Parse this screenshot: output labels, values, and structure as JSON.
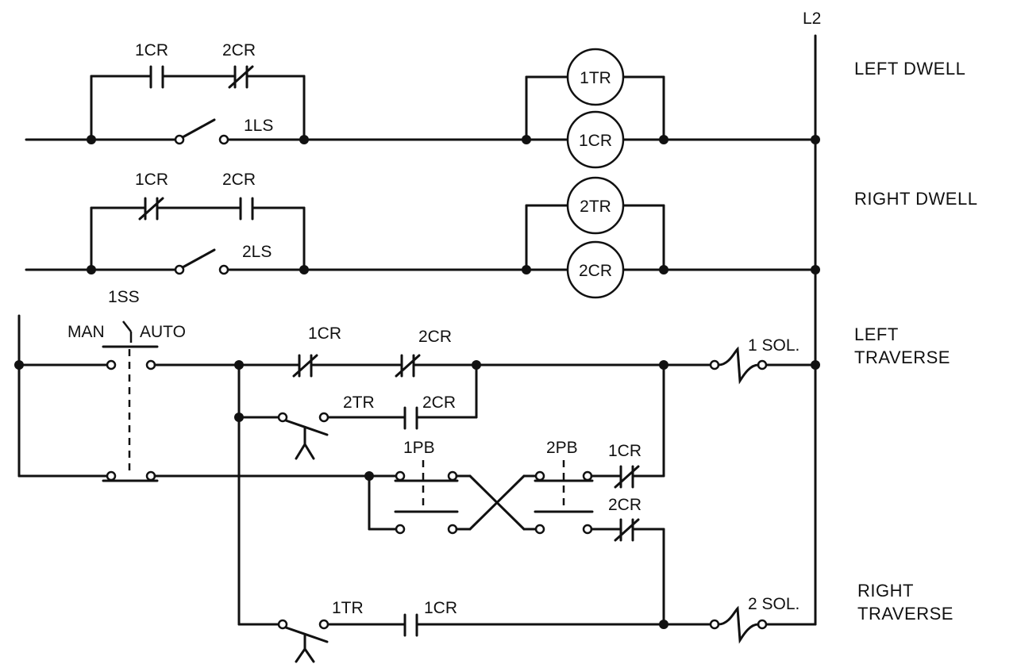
{
  "rail_label": "L2",
  "side_labels": {
    "left_dwell": "LEFT DWELL",
    "right_dwell": "RIGHT DWELL",
    "left_traverse_1": "LEFT",
    "left_traverse_2": "TRAVERSE",
    "right_traverse_1": "RIGHT",
    "right_traverse_2": "TRAVERSE"
  },
  "rung1": {
    "contact_a": "1CR",
    "contact_b": "2CR",
    "switch": "1LS",
    "coil_top": "1TR",
    "coil_bottom": "1CR"
  },
  "rung2": {
    "contact_a": "1CR",
    "contact_b": "2CR",
    "switch": "2LS",
    "coil_top": "2TR",
    "coil_bottom": "2CR"
  },
  "selector": {
    "name": "1SS",
    "man": "MAN",
    "auto": "AUTO"
  },
  "rung3": {
    "contact_a": "1CR",
    "contact_b": "2CR",
    "solenoid": "1 SOL."
  },
  "branch_2tr": {
    "contact_a": "2TR",
    "contact_b": "2CR"
  },
  "pushbuttons": {
    "pb1": "1PB",
    "pb2": "2PB",
    "nc_top": "1CR",
    "nc_bottom": "2CR"
  },
  "rung_bottom": {
    "contact_a": "1TR",
    "contact_b": "1CR",
    "solenoid": "2 SOL."
  }
}
